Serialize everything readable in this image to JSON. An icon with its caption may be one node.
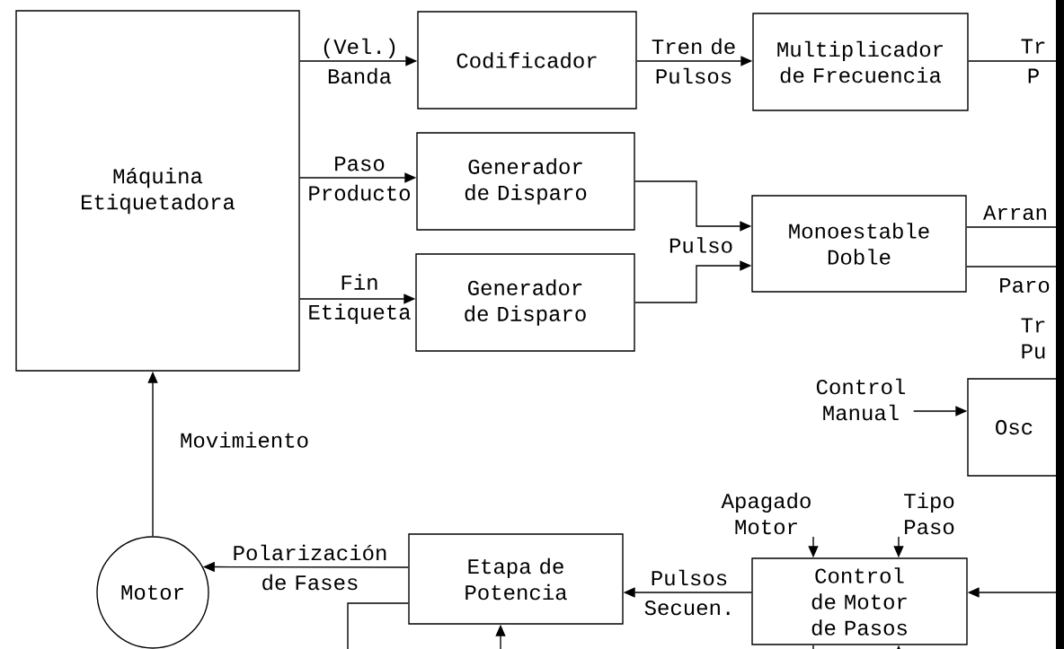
{
  "diagram": {
    "nodes": [
      {
        "text": [
          "Máquina Etiquetadora"
        ]
      },
      {
        "text": [
          "Codificador"
        ]
      },
      {
        "text": [
          "Multiplicador de Frecuencia"
        ]
      },
      {
        "text": [
          "Generador de Disparo"
        ]
      },
      {
        "text": [
          "Monoestable Doble"
        ]
      },
      {
        "text": [
          "Generador de Disparo"
        ]
      },
      {
        "text": [
          "Control Manual"
        ]
      },
      {
        "text": [
          "Osc"
        ]
      },
      {
        "text": [
          "Apagado Motor"
        ]
      },
      {
        "text": [
          "Tipo Paso"
        ]
      },
      {
        "text": [
          "Control de Motor de Pasos"
        ]
      },
      {
        "text": [
          "Etapa de Potencia"
        ]
      },
      {
        "text": [
          "Motor"
        ]
      }
    ],
    "edges": [
      {
        "from": 0,
        "to": 1,
        "arrow": "to",
        "label": "(Vel.) Banda"
      },
      {
        "from": 0,
        "to": 3,
        "arrow": "to",
        "label": "Paso Producto"
      },
      {
        "from": 0,
        "to": 5,
        "arrow": "to",
        "label": "Fin Etiqueta"
      },
      {
        "from": 1,
        "to": 2,
        "arrow": "to",
        "label": "Tren de Pulsos"
      },
      {
        "from": 2,
        "to": null,
        "arrow": "none",
        "label": "Tr P"
      },
      {
        "from": 3,
        "to": 4,
        "arrow": "to",
        "label": "Pulso"
      },
      {
        "from": 5,
        "to": 4,
        "arrow": "to"
      },
      {
        "from": 4,
        "to": null,
        "arrow": "none",
        "label": "Arran"
      },
      {
        "from": 4,
        "to": null,
        "arrow": "none",
        "label": "Paro"
      },
      {
        "from": 6,
        "to": 7,
        "arrow": "to"
      },
      {
        "from": 8,
        "to": 10,
        "arrow": "to"
      },
      {
        "from": 9,
        "to": 10,
        "arrow": "to"
      },
      {
        "from": null,
        "to": 10,
        "arrow": "to"
      },
      {
        "from": 10,
        "to": 11,
        "arrow": "to",
        "label": "Pulsos Secuen."
      },
      {
        "from": 11,
        "to": 12,
        "arrow": "to",
        "label": "Polarización de Fases"
      },
      {
        "from": 12,
        "to": 0,
        "arrow": "to",
        "label": "Movimiento"
      },
      {
        "from": 11,
        "to": null,
        "arrow": "none"
      },
      {
        "from": null,
        "to": 11,
        "arrow": "to"
      },
      {
        "from": 10,
        "to": null,
        "arrow": "none"
      },
      {
        "from": null,
        "to": 10,
        "arrow": "to"
      }
    ],
    "labels": [
      "Tr Pu"
    ]
  }
}
